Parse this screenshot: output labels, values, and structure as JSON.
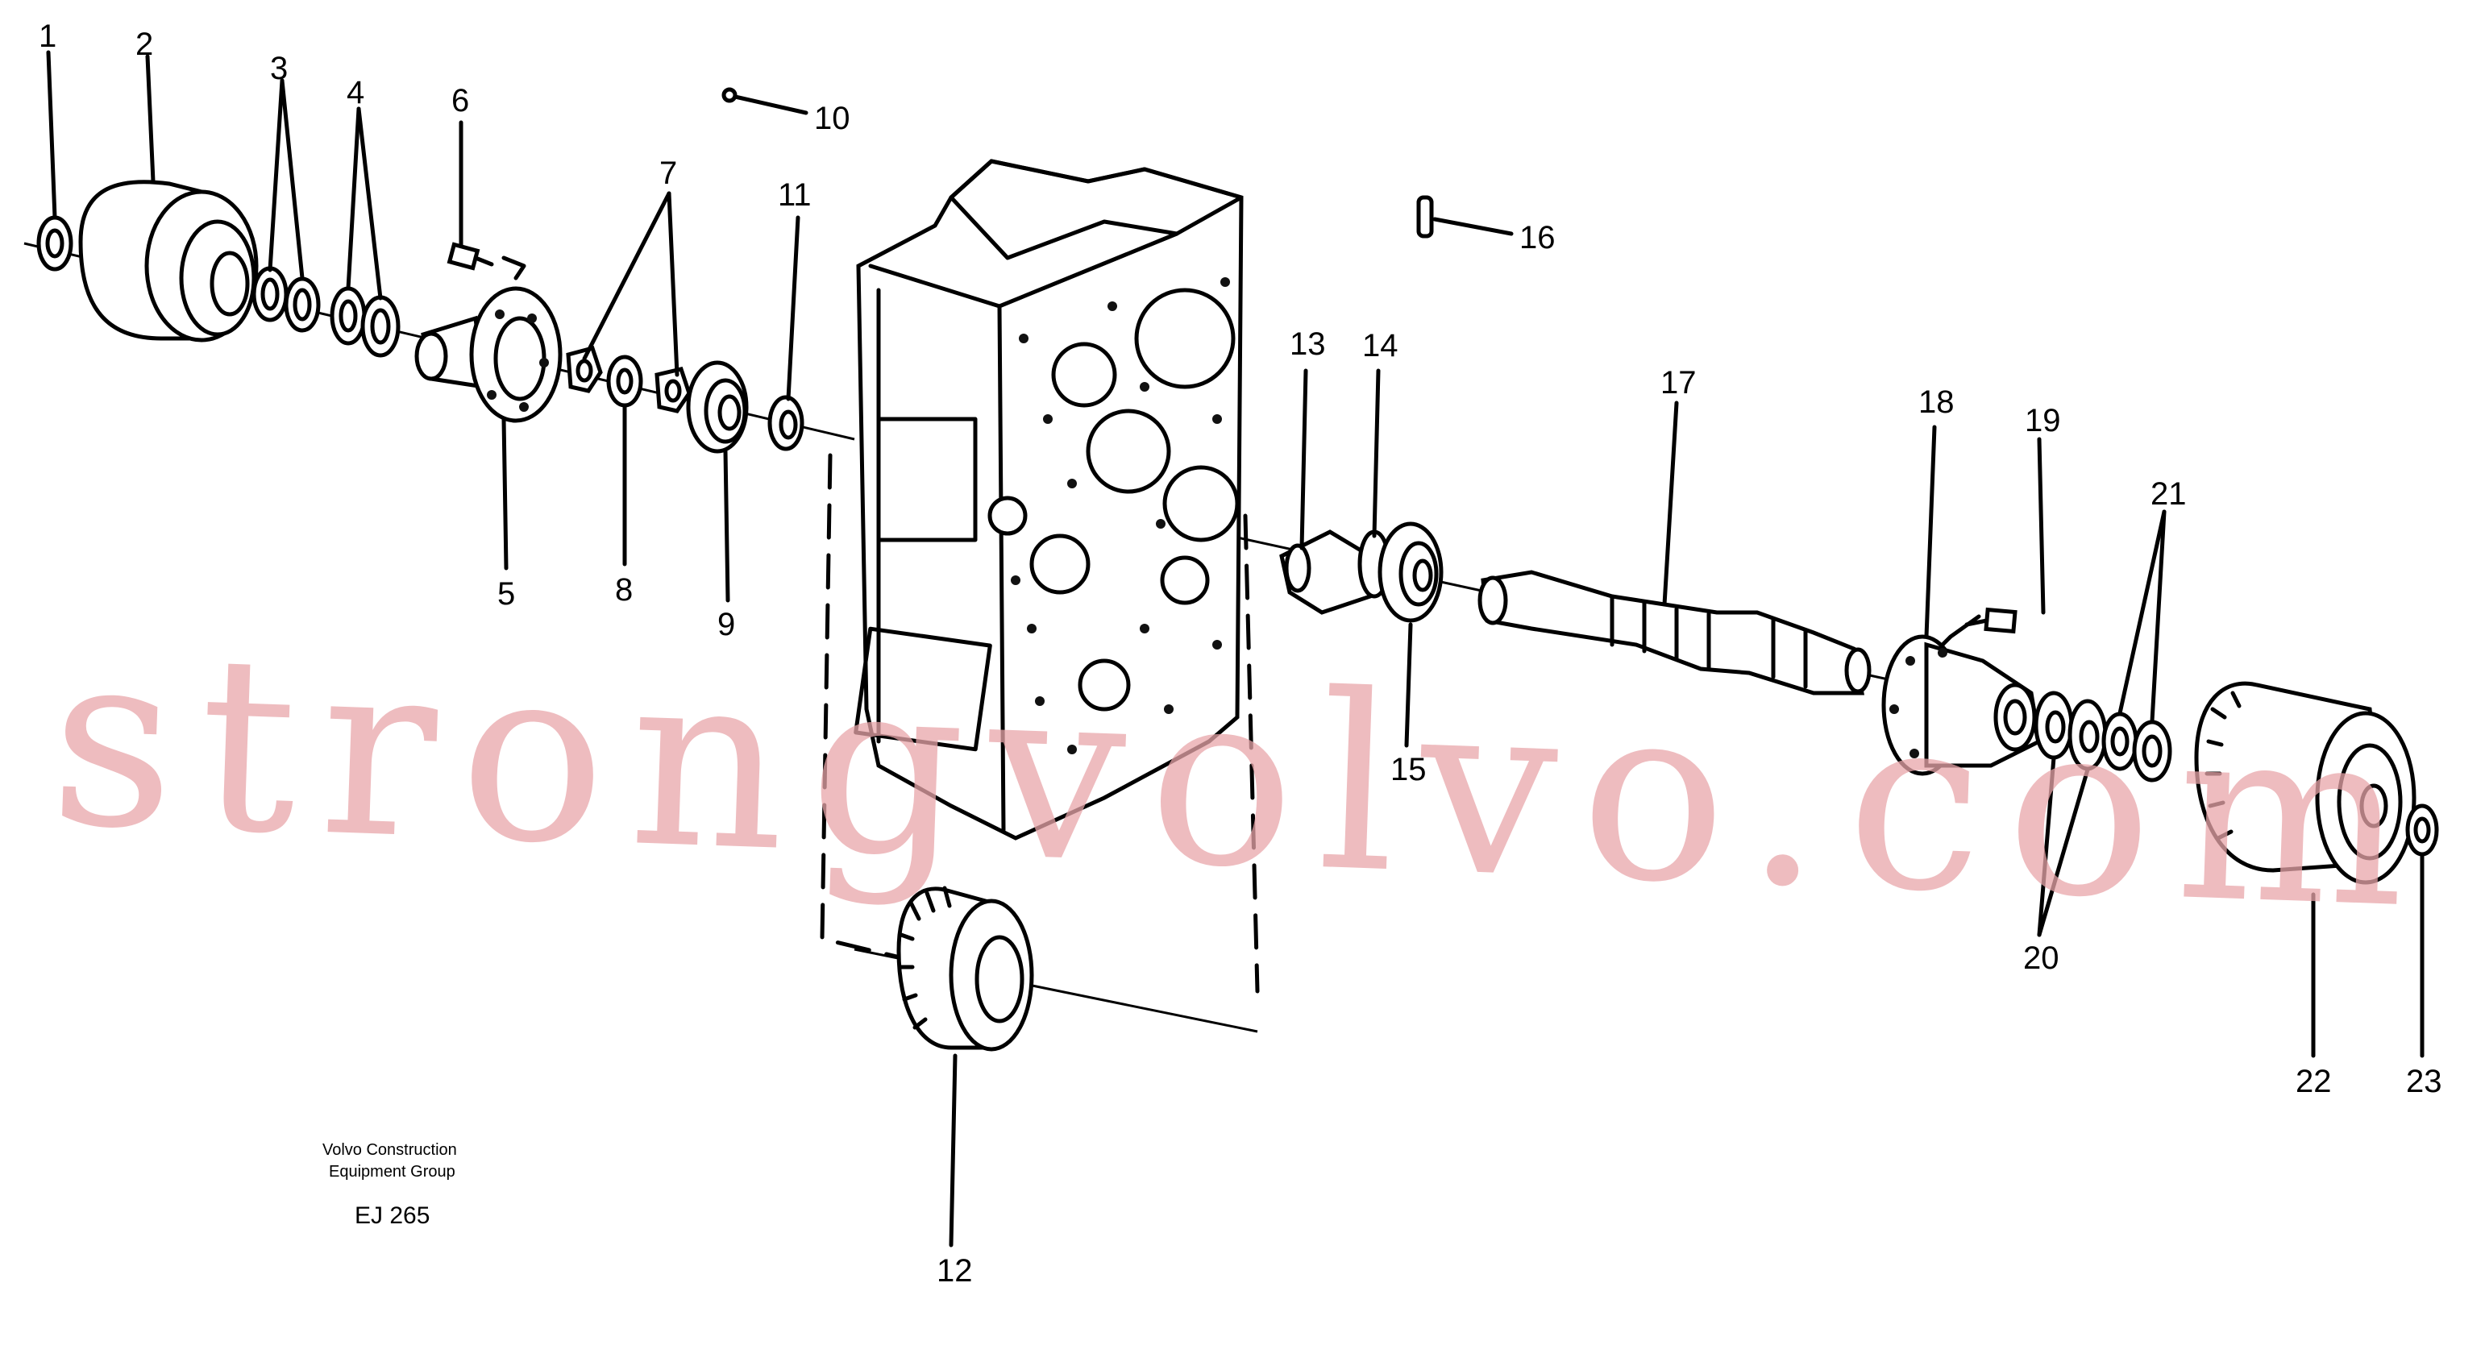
{
  "labels": [
    "1",
    "2",
    "3",
    "4",
    "5",
    "6",
    "7",
    "8",
    "9",
    "10",
    "11",
    "12",
    "13",
    "14",
    "15",
    "16",
    "17",
    "18",
    "19",
    "20",
    "21",
    "22",
    "23"
  ],
  "caption": {
    "line1": "Volvo Construction",
    "line2": "Equipment Group",
    "code": "EJ 265"
  },
  "watermark": "strongvolvo.com"
}
